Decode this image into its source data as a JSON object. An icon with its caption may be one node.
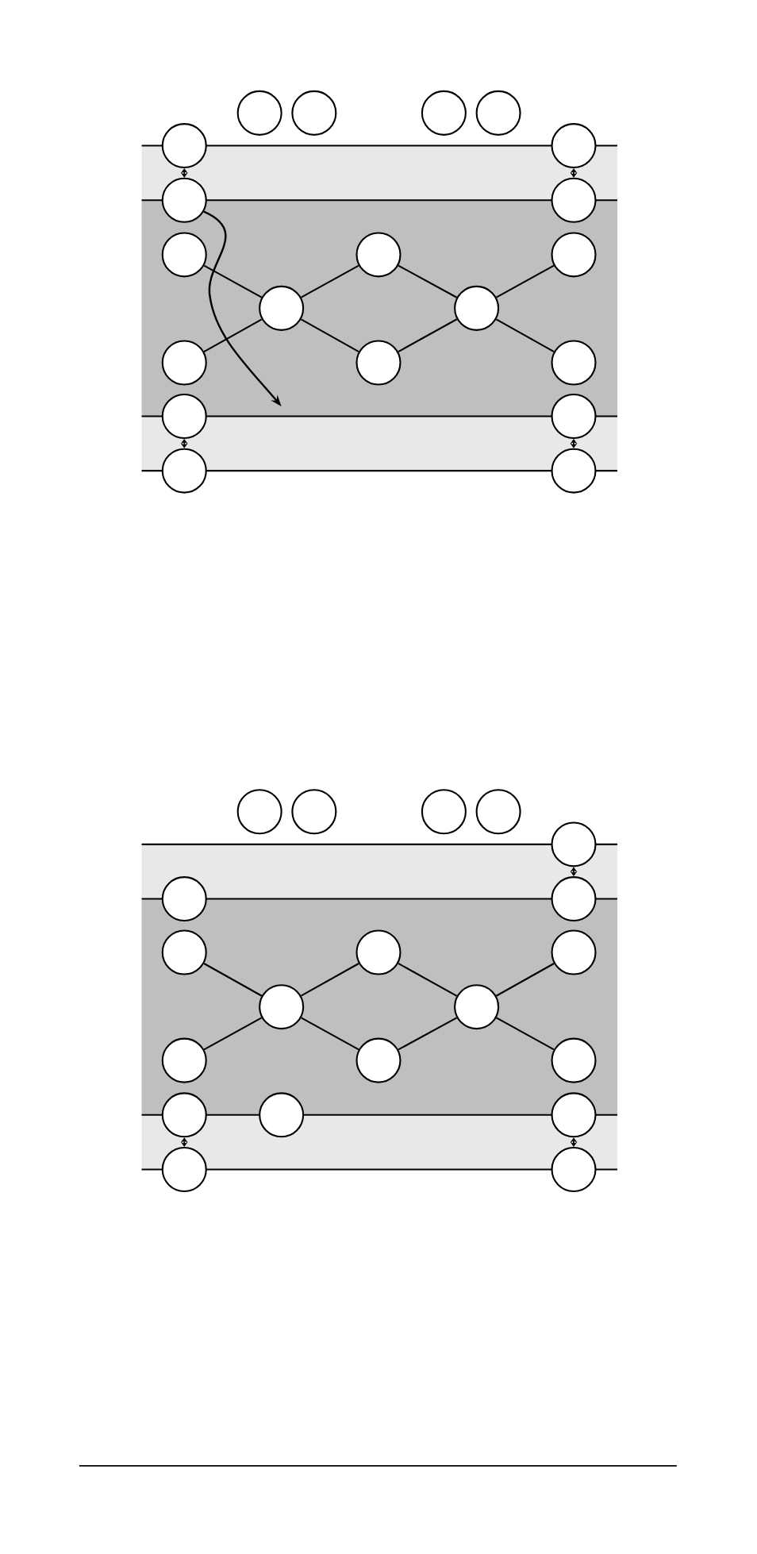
{
  "diagram": {
    "nodes": [
      {
        "text": [],
        "shape": "circle"
      },
      {
        "text": [],
        "shape": "circle"
      },
      {
        "text": [],
        "shape": "circle"
      },
      {
        "text": [],
        "shape": "circle"
      },
      {
        "text": [],
        "shape": "circle"
      },
      {
        "text": [],
        "shape": "circle"
      },
      {
        "text": [],
        "shape": "circle"
      },
      {
        "text": [],
        "shape": "circle"
      },
      {
        "text": [],
        "shape": "circle"
      },
      {
        "text": [],
        "shape": "circle"
      },
      {
        "text": [],
        "shape": "circle"
      },
      {
        "text": [],
        "shape": "circle"
      },
      {
        "text": [],
        "shape": "circle"
      },
      {
        "text": [],
        "shape": "circle"
      },
      {
        "text": [],
        "shape": "circle"
      },
      {
        "text": [],
        "shape": "circle"
      },
      {
        "text": [],
        "shape": "circle"
      },
      {
        "text": [],
        "shape": "circle"
      },
      {
        "text": [],
        "shape": "circle"
      },
      {
        "text": [],
        "shape": "circle"
      },
      {
        "text": [],
        "shape": "circle"
      },
      {
        "text": [],
        "shape": "circle"
      },
      {
        "text": [],
        "shape": "circle"
      },
      {
        "text": [],
        "shape": "circle"
      },
      {
        "text": [],
        "shape": "circle"
      },
      {
        "text": [],
        "shape": "circle"
      },
      {
        "text": [],
        "shape": "circle"
      },
      {
        "text": [],
        "shape": "circle"
      },
      {
        "text": [],
        "shape": "circle"
      },
      {
        "text": [],
        "shape": "circle"
      },
      {
        "text": [],
        "shape": "circle"
      },
      {
        "text": [],
        "shape": "circle"
      },
      {
        "text": [],
        "shape": "circle"
      },
      {
        "text": [],
        "shape": "circle"
      },
      {
        "text": [],
        "shape": "circle"
      },
      {
        "text": [],
        "shape": "circle"
      },
      {
        "text": [],
        "shape": "circle"
      },
      {
        "text": [],
        "shape": "circle"
      },
      {
        "text": [],
        "shape": "circle"
      },
      {
        "text": [],
        "shape": "circle"
      }
    ],
    "edges": [
      {
        "from": 4,
        "to": 6,
        "arrow": "both"
      },
      {
        "from": 5,
        "to": 7,
        "arrow": "both"
      },
      {
        "from": 16,
        "to": 18,
        "arrow": "both"
      },
      {
        "from": 17,
        "to": 19,
        "arrow": "both"
      },
      {
        "from": 8,
        "to": 11,
        "arrow": "none"
      },
      {
        "from": 13,
        "to": 11,
        "arrow": "none"
      },
      {
        "from": 11,
        "to": 9,
        "arrow": "none"
      },
      {
        "from": 11,
        "to": 14,
        "arrow": "none"
      },
      {
        "from": 9,
        "to": 12,
        "arrow": "none"
      },
      {
        "from": 14,
        "to": 12,
        "arrow": "none"
      },
      {
        "from": 12,
        "to": 10,
        "arrow": "none"
      },
      {
        "from": 12,
        "to": 15,
        "arrow": "none"
      },
      {
        "from": 6,
        "to": null,
        "arrow": "to"
      },
      {
        "from": 24,
        "to": 26,
        "arrow": "both"
      },
      {
        "from": 35,
        "to": 38,
        "arrow": "both"
      },
      {
        "from": 37,
        "to": 39,
        "arrow": "both"
      },
      {
        "from": 27,
        "to": 30,
        "arrow": "none"
      },
      {
        "from": 32,
        "to": 30,
        "arrow": "none"
      },
      {
        "from": 30,
        "to": 28,
        "arrow": "none"
      },
      {
        "from": 30,
        "to": 33,
        "arrow": "none"
      },
      {
        "from": 28,
        "to": 31,
        "arrow": "none"
      },
      {
        "from": 33,
        "to": 31,
        "arrow": "none"
      },
      {
        "from": 31,
        "to": 29,
        "arrow": "none"
      },
      {
        "from": 31,
        "to": 34,
        "arrow": "none"
      }
    ]
  }
}
